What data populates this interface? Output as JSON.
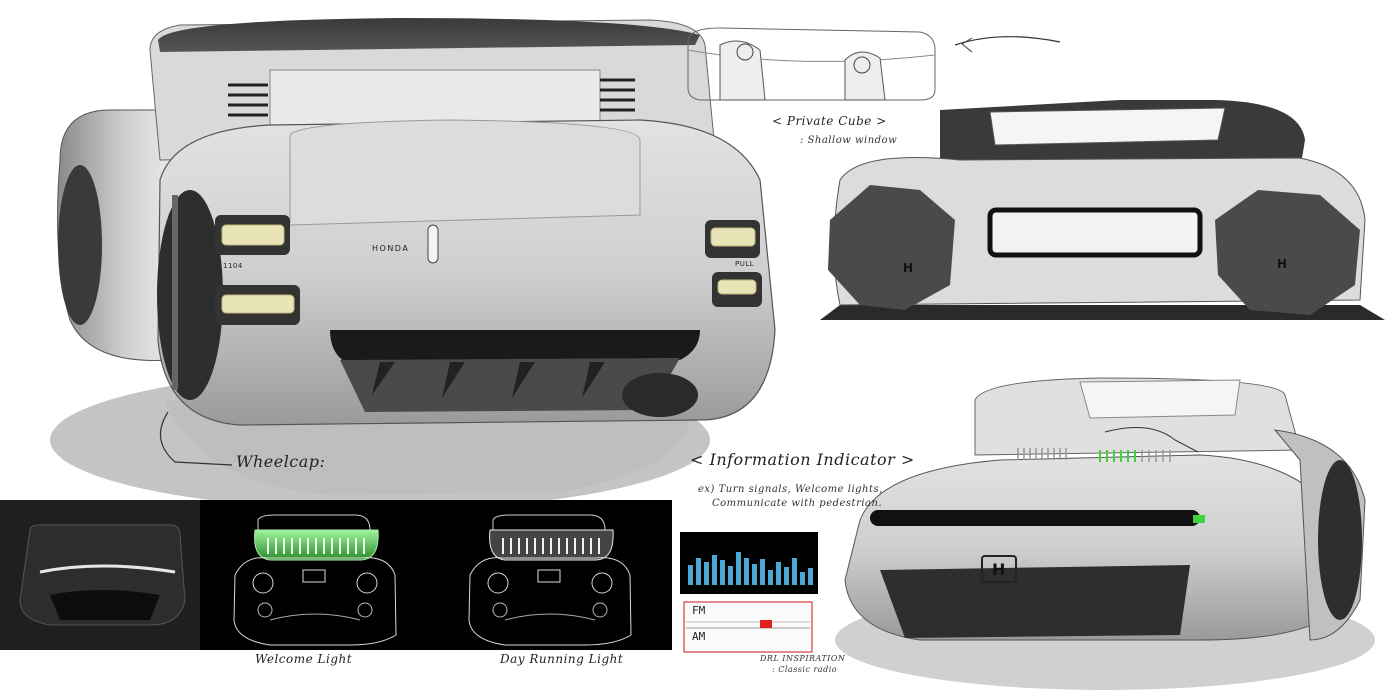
{
  "brand": {
    "front_badge": "HONDA",
    "lamp_left_label": "1104",
    "lamp_right_label": "PULL"
  },
  "annotations": {
    "wheelcap": "Wheelcap:",
    "private_cube": "< Private Cube >",
    "private_cube_note": ": Shallow window",
    "information_indicator": "< Information Indicator >",
    "information_note_line1": "ex) Turn signals, Welcome lights,",
    "information_note_line2": "Communicate with pedestrian.",
    "welcome_light": "Welcome Light",
    "day_running_light": "Day Running Light",
    "drl_inspiration_line1": "DRL INSPIRATION",
    "drl_inspiration_line2": ": Classic radio"
  },
  "radio": {
    "band_fm": "FM",
    "band_am": "AM"
  },
  "colors": {
    "body_silver": "#c8c8c8",
    "body_shadow": "#6e6e6e",
    "dark_glass": "#2a2a2a",
    "lamp_yellow": "#e9e4b8",
    "indicator_green": "#3fd43f",
    "equalizer_blue": "#4aa9d6",
    "radio_red": "#e02020",
    "panel_black": "#000000"
  },
  "icons": [
    "honda-h-logo-icon",
    "arrow-curve-icon",
    "equalizer-icon"
  ]
}
